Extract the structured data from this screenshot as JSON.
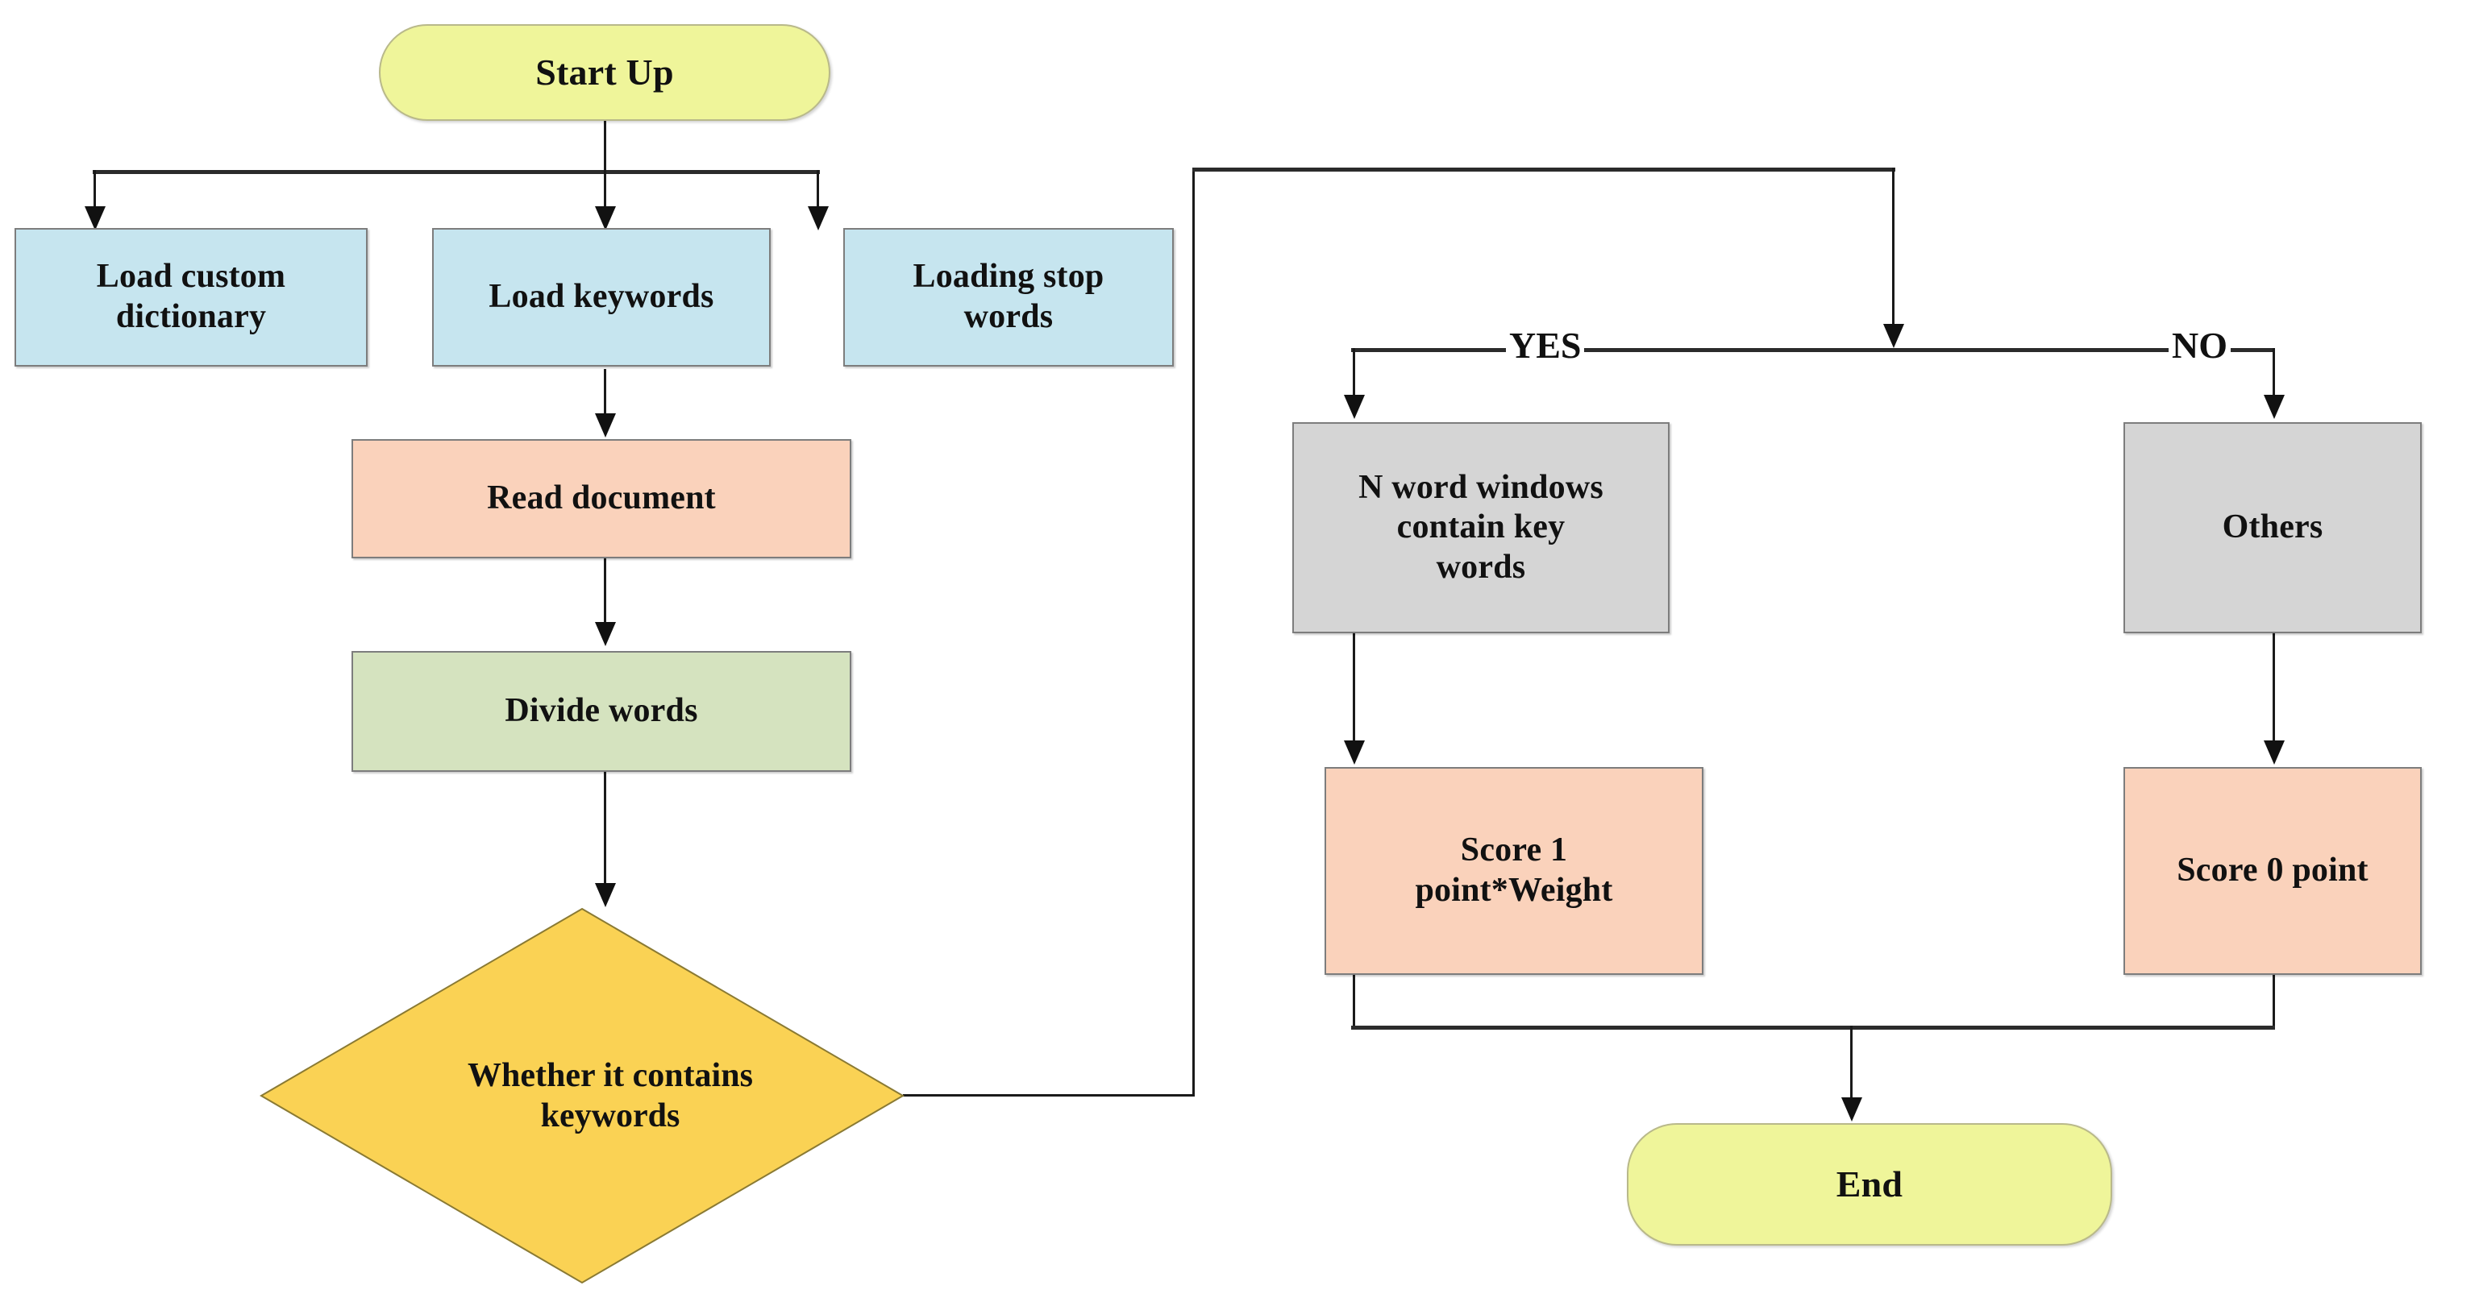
{
  "diagram": {
    "title": "Keyword Scoring Flowchart",
    "type": "flowchart",
    "background": "#ffffff",
    "colors": {
      "terminator_fill": "#eff59a",
      "load_fill": "#c6e5ef",
      "process_fill": "#fad2bb",
      "divide_fill": "#d5e3bf",
      "decision_fill": "#fad254",
      "gray_fill": "#d5d5d5",
      "line": "#2b2b2b",
      "text": "#111111"
    }
  },
  "nodes": {
    "start": {
      "label": "Start Up",
      "shape": "terminator",
      "fill": "#eff59a"
    },
    "load_custom_dictionary": {
      "label": "Load custom\ndictionary",
      "shape": "rect",
      "fill": "#c6e5ef"
    },
    "load_keywords": {
      "label": "Load keywords",
      "shape": "rect",
      "fill": "#c6e5ef"
    },
    "loading_stop_words": {
      "label": "Loading stop\nwords",
      "shape": "rect",
      "fill": "#c6e5ef"
    },
    "read_document": {
      "label": "Read document",
      "shape": "rect",
      "fill": "#fad2bb"
    },
    "divide_words": {
      "label": "Divide words",
      "shape": "rect",
      "fill": "#d5e3bf"
    },
    "decision": {
      "label": "Whether it contains\nkeywords",
      "shape": "diamond",
      "fill": "#fad254"
    },
    "n_word_windows": {
      "label": "N word windows\ncontain  key\nwords",
      "shape": "rect",
      "fill": "#d5d5d5"
    },
    "others": {
      "label": "Others",
      "shape": "rect",
      "fill": "#d5d5d5"
    },
    "score_one": {
      "label": "Score 1\npoint*Weight",
      "shape": "rect",
      "fill": "#fad2bb"
    },
    "score_zero": {
      "label": "Score 0 point",
      "shape": "rect",
      "fill": "#fad2bb"
    },
    "end": {
      "label": "End",
      "shape": "terminator",
      "fill": "#eff59a"
    }
  },
  "branch_labels": {
    "yes": "YES",
    "no": "NO"
  },
  "chart_data": {
    "type": "flowchart",
    "title": "Keyword Scoring Flowchart",
    "nodes": [
      {
        "id": "start",
        "label": "Start Up",
        "shape": "terminator"
      },
      {
        "id": "load_custom_dictionary",
        "label": "Load custom dictionary",
        "shape": "rect"
      },
      {
        "id": "load_keywords",
        "label": "Load keywords",
        "shape": "rect"
      },
      {
        "id": "loading_stop_words",
        "label": "Loading stop words",
        "shape": "rect"
      },
      {
        "id": "read_document",
        "label": "Read document",
        "shape": "rect"
      },
      {
        "id": "divide_words",
        "label": "Divide words",
        "shape": "rect"
      },
      {
        "id": "decision",
        "label": "Whether it contains keywords",
        "shape": "diamond"
      },
      {
        "id": "n_word_windows",
        "label": "N word windows contain key words",
        "shape": "rect"
      },
      {
        "id": "others",
        "label": "Others",
        "shape": "rect"
      },
      {
        "id": "score_one",
        "label": "Score 1 point*Weight",
        "shape": "rect"
      },
      {
        "id": "score_zero",
        "label": "Score 0 point",
        "shape": "rect"
      },
      {
        "id": "end",
        "label": "End",
        "shape": "terminator"
      }
    ],
    "edges": [
      {
        "from": "start",
        "to": "load_custom_dictionary",
        "label": ""
      },
      {
        "from": "start",
        "to": "load_keywords",
        "label": ""
      },
      {
        "from": "start",
        "to": "loading_stop_words",
        "label": ""
      },
      {
        "from": "load_keywords",
        "to": "read_document",
        "label": ""
      },
      {
        "from": "read_document",
        "to": "divide_words",
        "label": ""
      },
      {
        "from": "divide_words",
        "to": "decision",
        "label": ""
      },
      {
        "from": "decision",
        "to": "n_word_windows",
        "label": "YES"
      },
      {
        "from": "decision",
        "to": "others",
        "label": "NO"
      },
      {
        "from": "n_word_windows",
        "to": "score_one",
        "label": ""
      },
      {
        "from": "others",
        "to": "score_zero",
        "label": ""
      },
      {
        "from": "score_one",
        "to": "end",
        "label": ""
      },
      {
        "from": "score_zero",
        "to": "end",
        "label": ""
      }
    ]
  }
}
